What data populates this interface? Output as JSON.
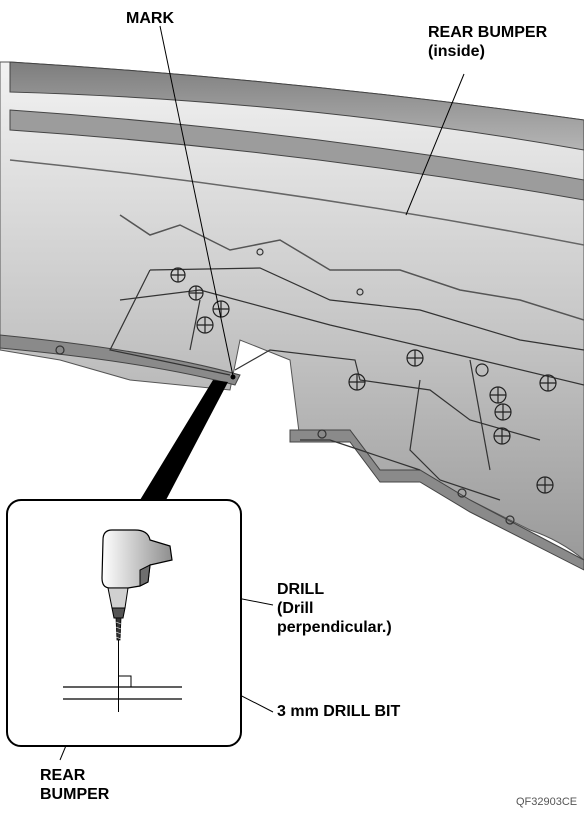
{
  "labels": {
    "mark": "MARK",
    "rear_bumper_inside_line1": "REAR BUMPER",
    "rear_bumper_inside_line2": "(inside)",
    "drill_line1": "DRILL",
    "drill_line2": "(Drill",
    "drill_line3": "perpendicular.)",
    "drill_bit": "3 mm DRILL BIT",
    "rear_bumper_line1": "REAR",
    "rear_bumper_line2": "BUMPER"
  },
  "figure_code": "QF32903CE"
}
